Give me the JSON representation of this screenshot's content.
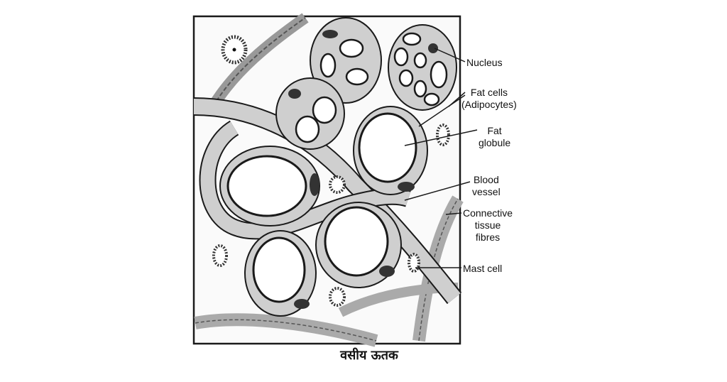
{
  "labels": {
    "nucleus": "Nucleus",
    "fat_cells": "Fat cells",
    "adipocytes": "(Adipocytes)",
    "fat_globule_1": "Fat",
    "fat_globule_2": "globule",
    "blood_vessel_1": "Blood",
    "blood_vessel_2": "vessel",
    "connective_1": "Connective",
    "connective_2": "tissue",
    "connective_3": "fibres",
    "mast_cell": "Mast cell"
  },
  "caption": "वसीय ऊतक",
  "colors": {
    "ink": "#1a1a1a",
    "cytoplasm": "#cfcfcf",
    "vessel": "#bdbdbd",
    "paper": "#ffffff"
  }
}
